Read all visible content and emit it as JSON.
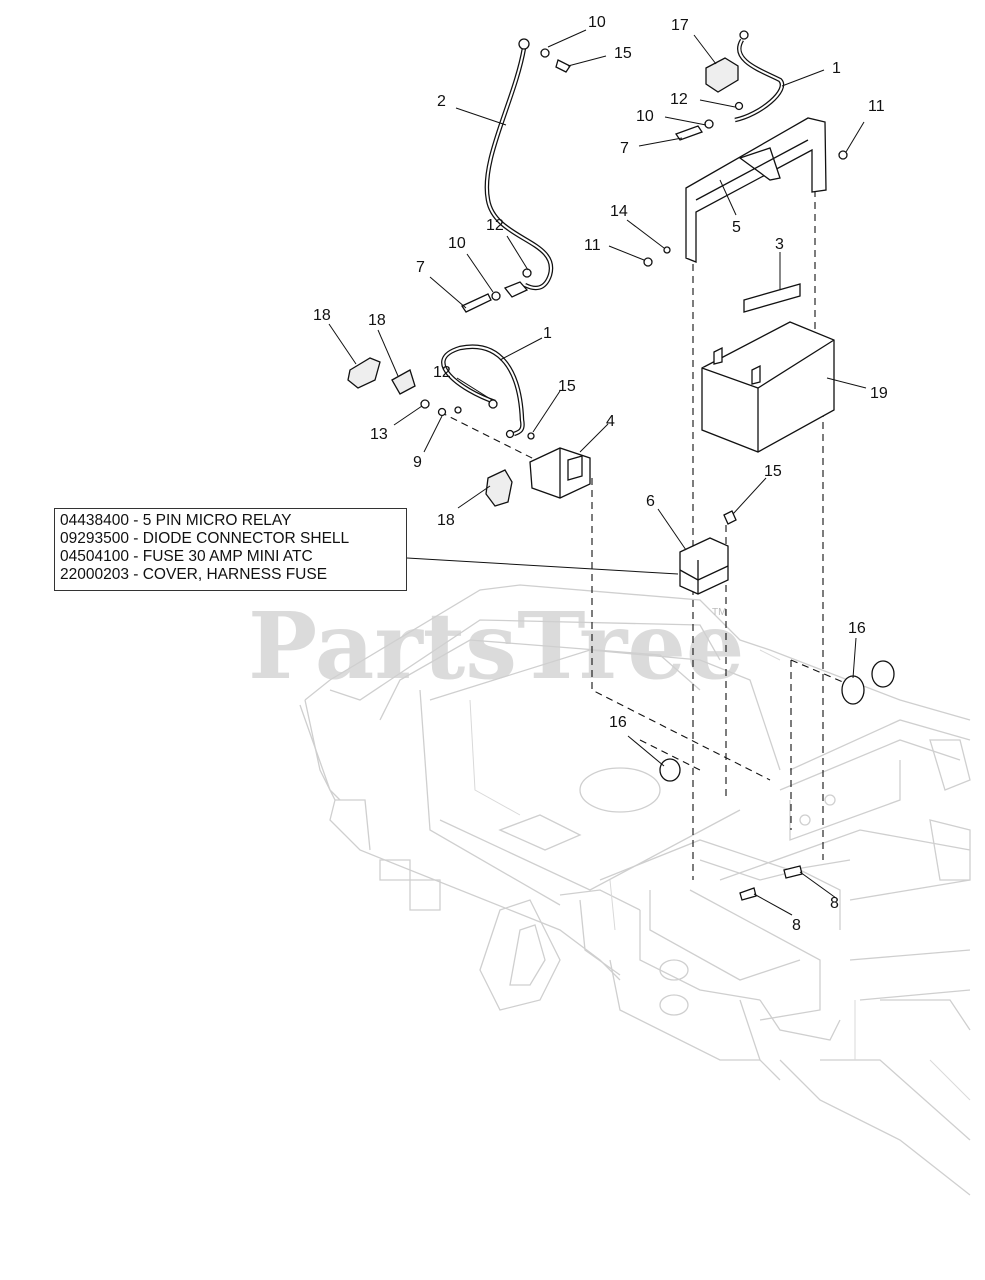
{
  "diagram": {
    "watermark": "PartsTree",
    "watermark_tm": "TM",
    "legend": [
      "04438400 - 5 PIN MICRO RELAY",
      "09293500 - DIODE CONNECTOR SHELL",
      "04504100 - FUSE 30 AMP MINI ATC",
      "22000203 - COVER, HARNESS FUSE"
    ],
    "callouts": [
      {
        "id": "c10a",
        "label": "10"
      },
      {
        "id": "c15a",
        "label": "15"
      },
      {
        "id": "c2",
        "label": "2"
      },
      {
        "id": "c12a",
        "label": "12"
      },
      {
        "id": "c10b",
        "label": "10"
      },
      {
        "id": "c7a",
        "label": "7"
      },
      {
        "id": "c17",
        "label": "17"
      },
      {
        "id": "c1a",
        "label": "1"
      },
      {
        "id": "c12b",
        "label": "12"
      },
      {
        "id": "c10c",
        "label": "10"
      },
      {
        "id": "c7b",
        "label": "7"
      },
      {
        "id": "c11a",
        "label": "11"
      },
      {
        "id": "c5",
        "label": "5"
      },
      {
        "id": "c14",
        "label": "14"
      },
      {
        "id": "c11b",
        "label": "11"
      },
      {
        "id": "c3",
        "label": "3"
      },
      {
        "id": "c19",
        "label": "19"
      },
      {
        "id": "c18a",
        "label": "18"
      },
      {
        "id": "c18b",
        "label": "18"
      },
      {
        "id": "c1b",
        "label": "1"
      },
      {
        "id": "c12c",
        "label": "12"
      },
      {
        "id": "c15b",
        "label": "15"
      },
      {
        "id": "c4",
        "label": "4"
      },
      {
        "id": "c13",
        "label": "13"
      },
      {
        "id": "c9",
        "label": "9"
      },
      {
        "id": "c18c",
        "label": "18"
      },
      {
        "id": "c6",
        "label": "6"
      },
      {
        "id": "c15c",
        "label": "15"
      },
      {
        "id": "c16a",
        "label": "16"
      },
      {
        "id": "c16b",
        "label": "16"
      },
      {
        "id": "c8a",
        "label": "8"
      },
      {
        "id": "c8b",
        "label": "8"
      }
    ]
  }
}
